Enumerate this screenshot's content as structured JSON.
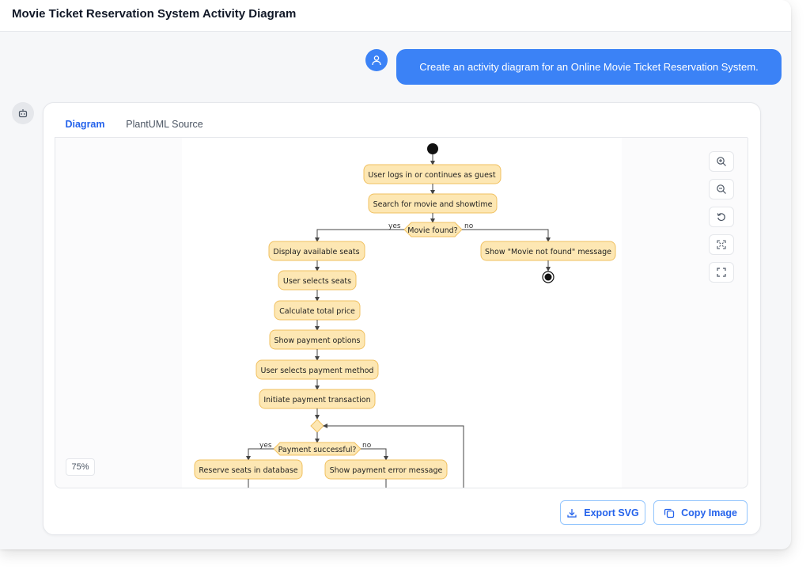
{
  "window": {
    "title": "Movie Ticket Reservation System Activity Diagram"
  },
  "chat": {
    "user_message": "Create an activity diagram for an Online Movie Ticket Reservation System."
  },
  "tabs": [
    {
      "label": "Diagram",
      "active": true
    },
    {
      "label": "PlantUML Source",
      "active": false
    }
  ],
  "diagram": {
    "nodes": {
      "login": "User logs in or continues as guest",
      "search": "Search for movie and showtime",
      "movie_found": "Movie found?",
      "display_seats": "Display available seats",
      "not_found": "Show \"Movie not found\" message",
      "select_seats": "User selects seats",
      "calc_price": "Calculate total price",
      "payment_options": "Show payment options",
      "select_method": "User selects payment method",
      "initiate": "Initiate payment transaction",
      "payment_ok": "Payment successful?",
      "reserve": "Reserve seats in database",
      "payment_error": "Show payment error message"
    },
    "branch_labels": {
      "yes": "yes",
      "no": "no"
    },
    "colors": {
      "activity_fill": "#fde7b3",
      "activity_border": "#f0c060",
      "arrow": "#444444"
    }
  },
  "zoom": {
    "level": "75%"
  },
  "controls": [
    {
      "name": "zoom-in-icon"
    },
    {
      "name": "zoom-out-icon"
    },
    {
      "name": "reset-icon"
    },
    {
      "name": "fit-icon"
    },
    {
      "name": "fullscreen-icon"
    }
  ],
  "actions": {
    "export_label": "Export SVG",
    "copy_label": "Copy Image"
  },
  "accent": "#3b82f6"
}
